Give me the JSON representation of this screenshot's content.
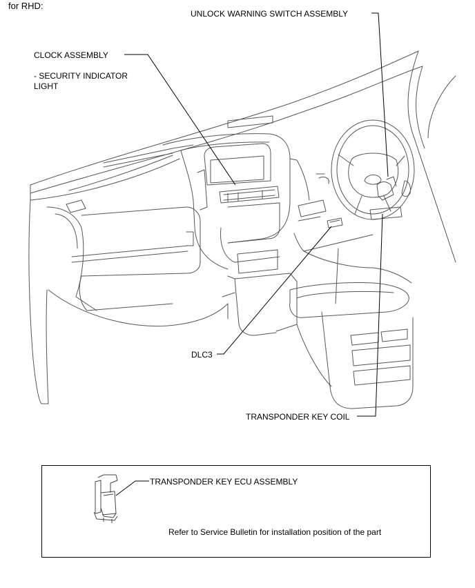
{
  "heading": "for RHD:",
  "labels": {
    "unlock_warning_switch": "UNLOCK WARNING SWITCH ASSEMBLY",
    "clock_assembly": "CLOCK ASSEMBLY",
    "security_indicator_line1": "- SECURITY INDICATOR",
    "security_indicator_line2": "LIGHT",
    "dlc3": "DLC3",
    "transponder_key_coil": "TRANSPONDER KEY COIL",
    "transponder_key_ecu": "TRANSPONDER KEY ECU ASSEMBLY",
    "service_bulletin_note": "Refer to Service Bulletin for installation position of the part"
  }
}
